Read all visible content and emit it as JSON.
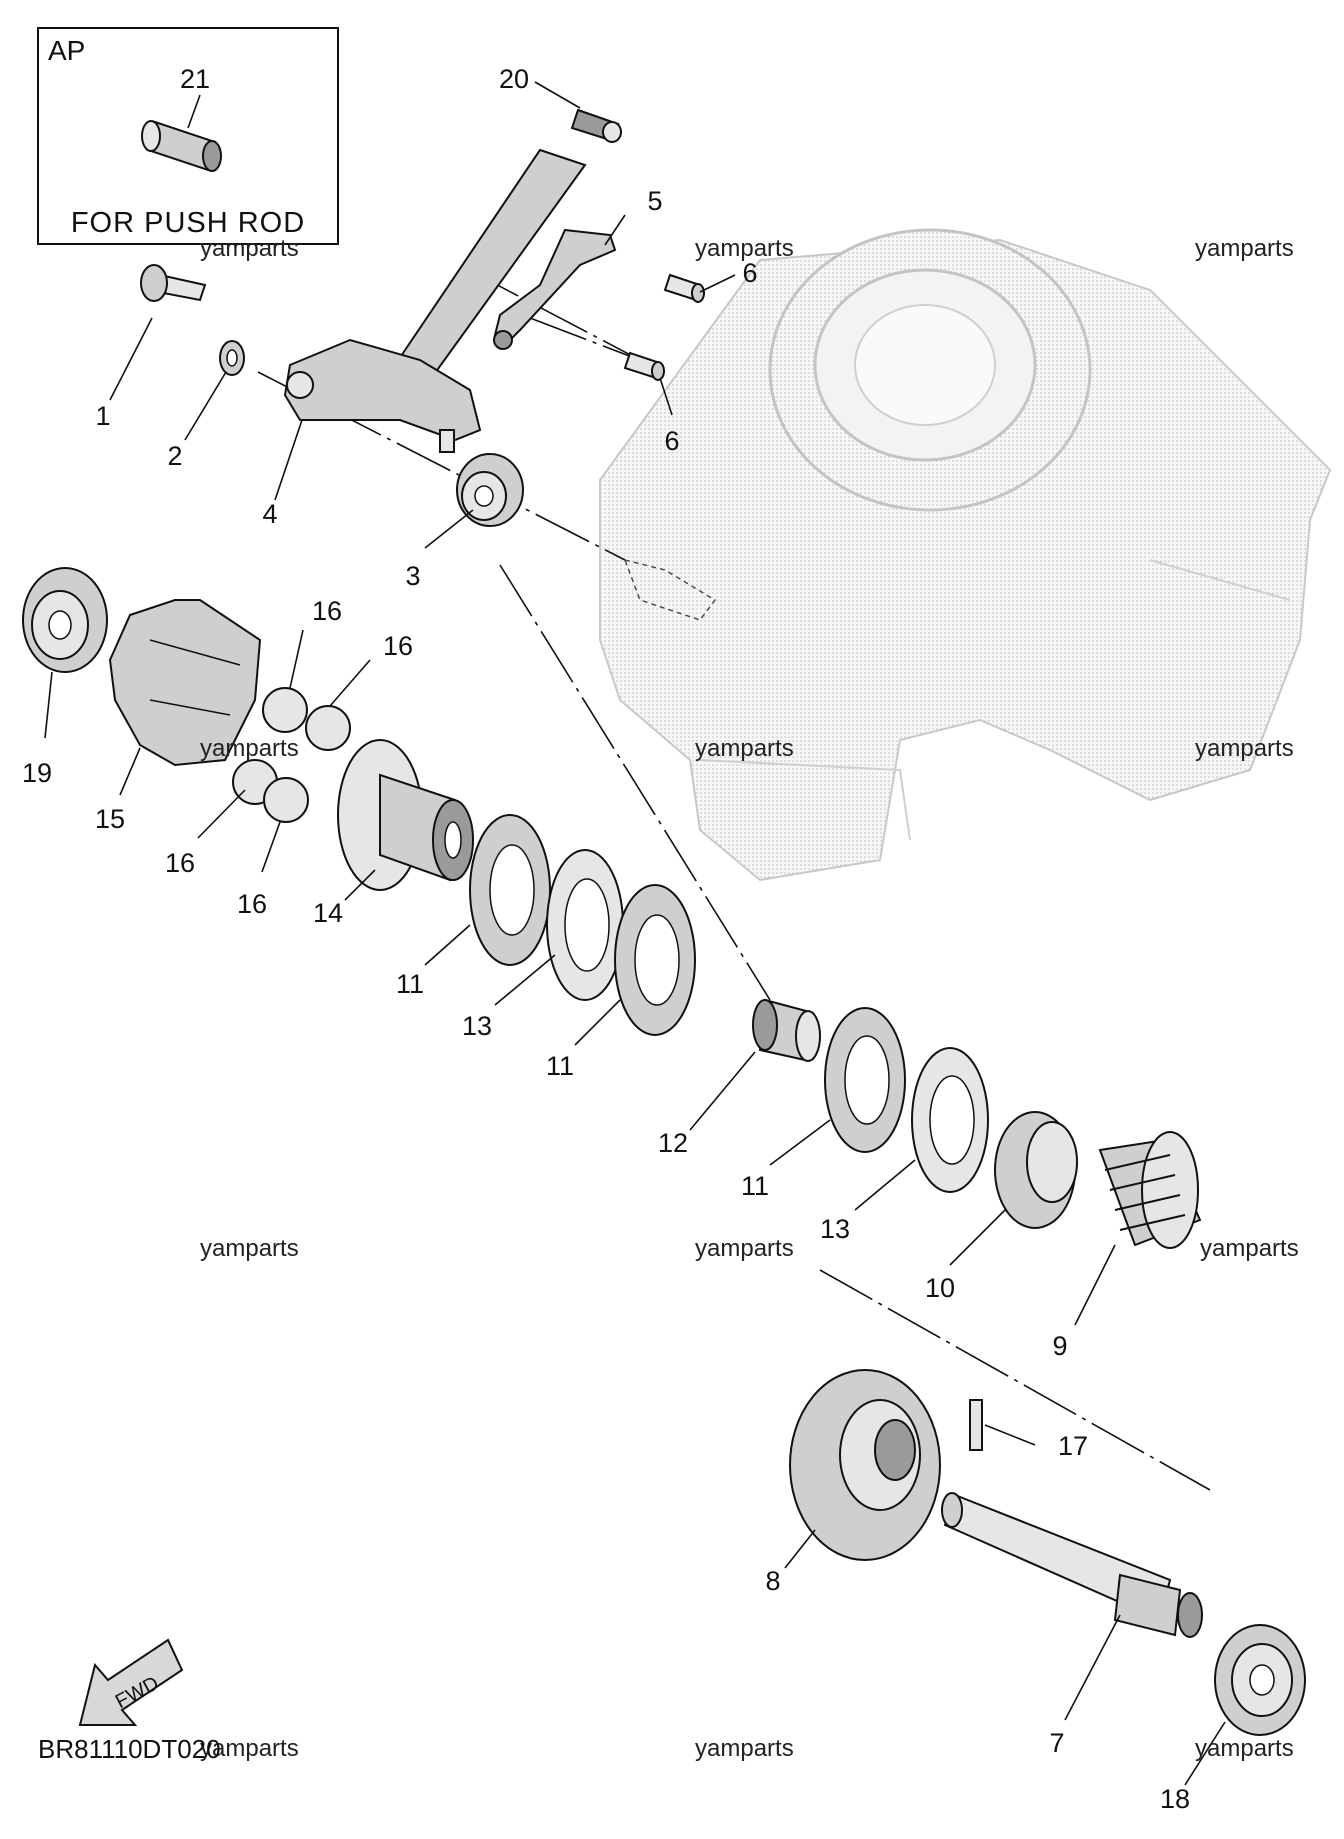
{
  "inset": {
    "title": "AP",
    "part_number": "21",
    "caption": "FOR PUSH ROD"
  },
  "callouts": [
    "1",
    "2",
    "3",
    "4",
    "5",
    "6",
    "6",
    "8",
    "7",
    "9",
    "10",
    "11",
    "11",
    "11",
    "12",
    "13",
    "13",
    "14",
    "15",
    "16",
    "16",
    "16",
    "16",
    "17",
    "18",
    "19",
    "20"
  ],
  "watermark": "yamparts",
  "fwd_label": "FWD",
  "diagram_code": "BR81110DT020"
}
